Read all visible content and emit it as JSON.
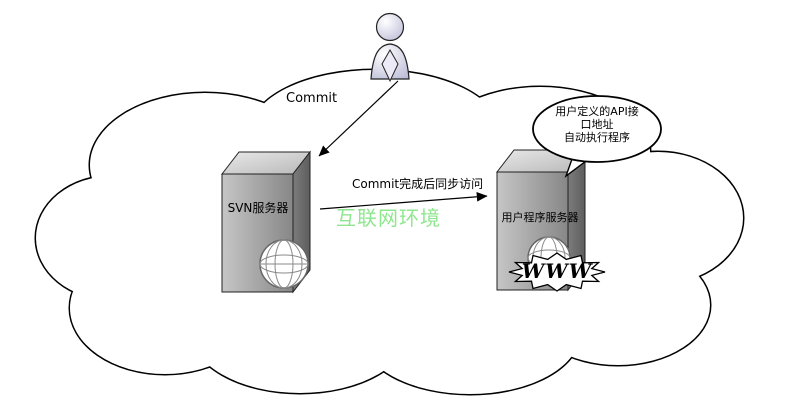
{
  "diagram": {
    "labels": {
      "commit": "Commit",
      "sync": "Commit完成后同步访问",
      "internet_env": "互联网环境",
      "svn_server": "SVN服务器",
      "app_server": "用户程序服务器",
      "www": "WWW",
      "callout_line1": "用户定义的API接",
      "callout_line2": "口地址",
      "callout_line3": "自动执行程序"
    },
    "colors": {
      "internet_env_label": "#8fe68f",
      "cloud_fill": "#ffffff",
      "outline": "#000000",
      "server_front": "#9a9a9a",
      "server_top": "#dcdcdc",
      "server_side": "#6f6f6f"
    }
  }
}
